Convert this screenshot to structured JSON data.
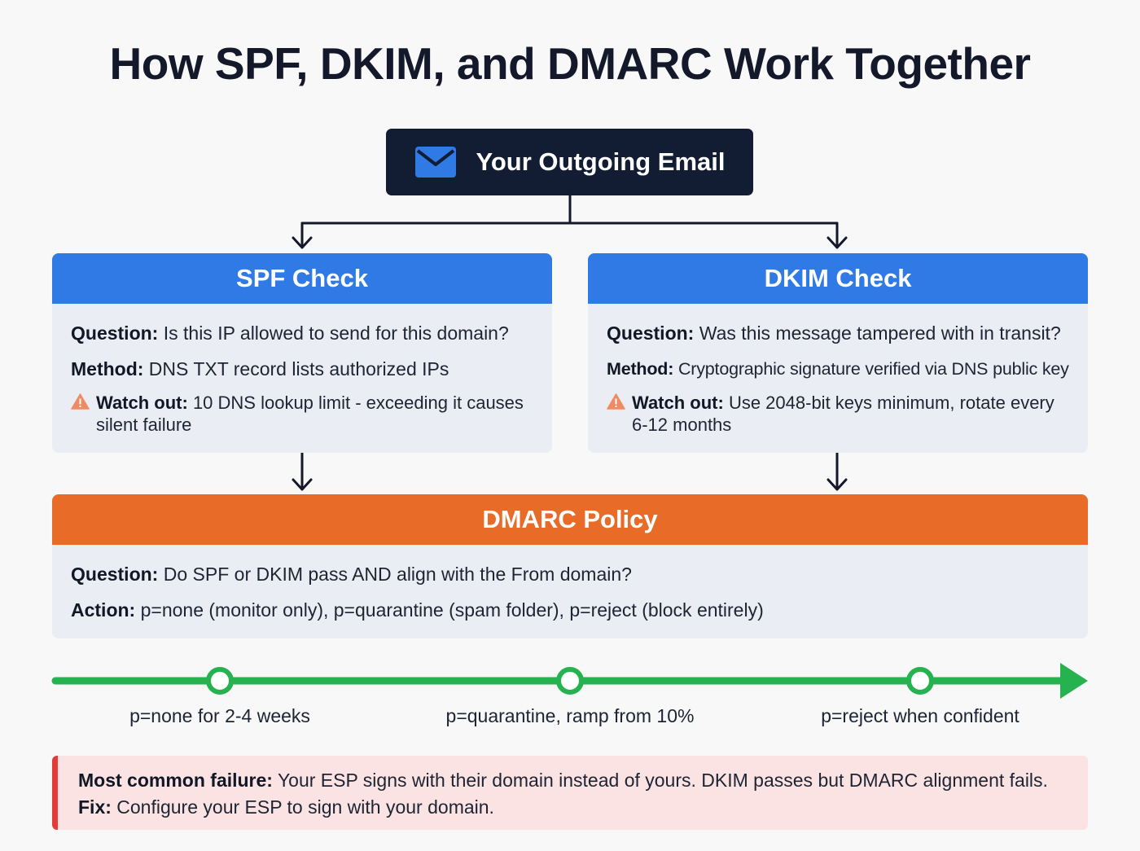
{
  "title": "How SPF, DKIM, and DMARC Work Together",
  "source_box": {
    "label": "Your Outgoing Email",
    "icon": "envelope-icon"
  },
  "spf": {
    "title": "SPF Check",
    "question_label": "Question:",
    "question": " Is this IP allowed to send for this domain?",
    "method_label": "Method:",
    "method": " DNS TXT record lists authorized IPs",
    "warning_label": "Watch out:",
    "warning": " 10 DNS lookup limit - exceeding it causes silent failure"
  },
  "dkim": {
    "title": "DKIM Check",
    "question_label": "Question:",
    "question": " Was this message tampered with in transit?",
    "method_label": "Method:",
    "method": " Cryptographic signature verified via DNS public key",
    "warning_label": "Watch out:",
    "warning": " Use 2048-bit keys minimum, rotate every 6-12 months"
  },
  "dmarc": {
    "title": "DMARC Policy",
    "question_label": "Question:",
    "question": " Do SPF or DKIM pass AND align with the From domain?",
    "action_label": "Action:",
    "action": " p=none (monitor only), p=quarantine (spam folder), p=reject (block entirely)"
  },
  "timeline": {
    "steps": [
      "p=none for 2-4 weeks",
      "p=quarantine, ramp from 10%",
      "p=reject when confident"
    ]
  },
  "callout": {
    "failure_label": "Most common failure:",
    "failure": " Your ESP signs with their domain instead of yours. DKIM passes but DMARC alignment fails.",
    "fix_label": "Fix:",
    "fix": " Configure your ESP to sign with your domain."
  },
  "colors": {
    "header_dark": "#121c33",
    "check_blue": "#2f7ae4",
    "policy_orange": "#e86b28",
    "timeline_green": "#26b24f",
    "warning_orange": "#f08a62",
    "callout_red": "#e43a3a",
    "callout_bg": "#fbe3e3"
  }
}
